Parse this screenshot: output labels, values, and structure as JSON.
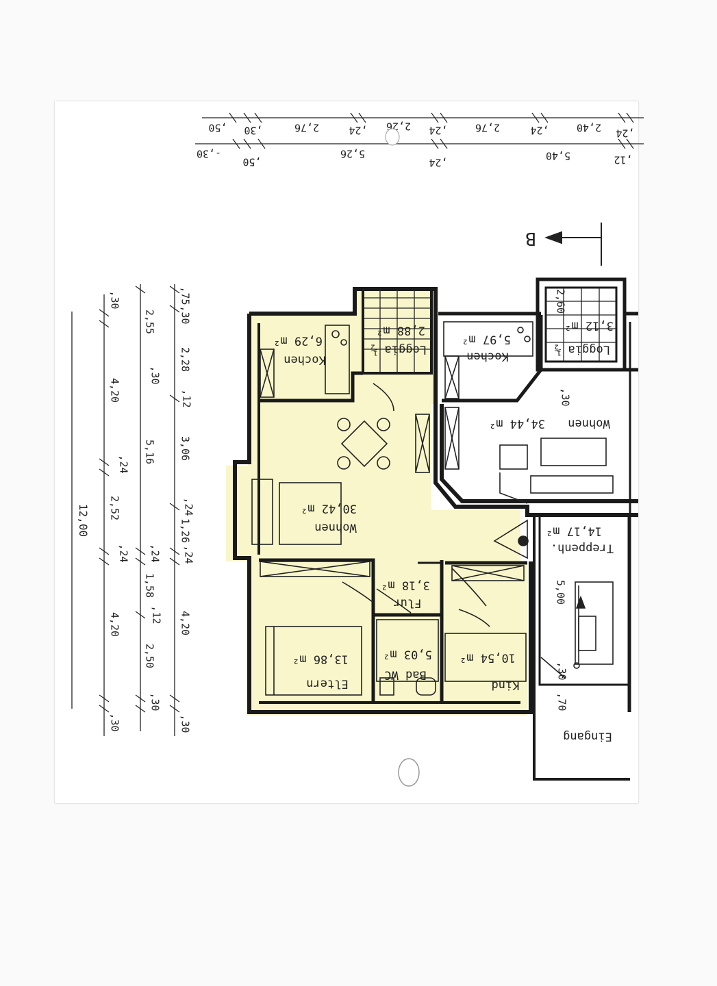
{
  "colors": {
    "highlight": "#f5f3b8",
    "ink": "#1a1a1a",
    "paper": "#ffffff"
  },
  "section_marker": "B",
  "rooms": {
    "kochen_left": {
      "name": "Kochen",
      "area": "6,29 m²"
    },
    "loggia_left": {
      "name": "Loggia ½",
      "area": "2,88 m²"
    },
    "kochen_right": {
      "name": "Kochen",
      "area": "5,97 m²"
    },
    "loggia_right": {
      "name": "Loggia ½",
      "area": "3,12 m²"
    },
    "wohnen_left": {
      "name": "Wohnen",
      "area": "30,42 m²"
    },
    "wohnen_right": {
      "name": "Wohnen",
      "area": "34,44 m²"
    },
    "flur": {
      "name": "Flur",
      "area": "3,18 m²"
    },
    "treppenhaus": {
      "name": "Treppenh.",
      "area": "14,17 m²"
    },
    "eltern": {
      "name": "Eltern",
      "area": "13,86 m²"
    },
    "bad_wc": {
      "name": "Bad WC",
      "area": "5,03 m²"
    },
    "kind": {
      "name": "Kind",
      "area": "10,54 m²"
    },
    "eingang": {
      "name": "Eingang"
    }
  },
  "dims_top_row1": [
    ",50",
    ",30",
    "2,76",
    ",24",
    "2,26",
    ",24",
    "2,76",
    ",24",
    "2,40",
    ",24"
  ],
  "dims_top_row2": [
    "-,30",
    ",50",
    "5,26",
    ",24",
    "5,40",
    ",12"
  ],
  "dims_left_col1": [
    ",30",
    "4,20",
    ",24",
    "2,52",
    ",24",
    "4,20",
    ",30"
  ],
  "dims_left_total": "12,00",
  "dims_left_col2": [
    "2,55",
    ",30",
    "5,16",
    ",24",
    "1,58",
    ",12",
    "2,50",
    ",30"
  ],
  "dims_left_col3": [
    ",75",
    ",30",
    "2,28",
    ",12",
    "3,06",
    ",24",
    "1,26",
    ",24",
    "4,20",
    ",30"
  ],
  "dims_inner": [
    ",30",
    "2,60",
    "5,00",
    ",30",
    ",70"
  ]
}
